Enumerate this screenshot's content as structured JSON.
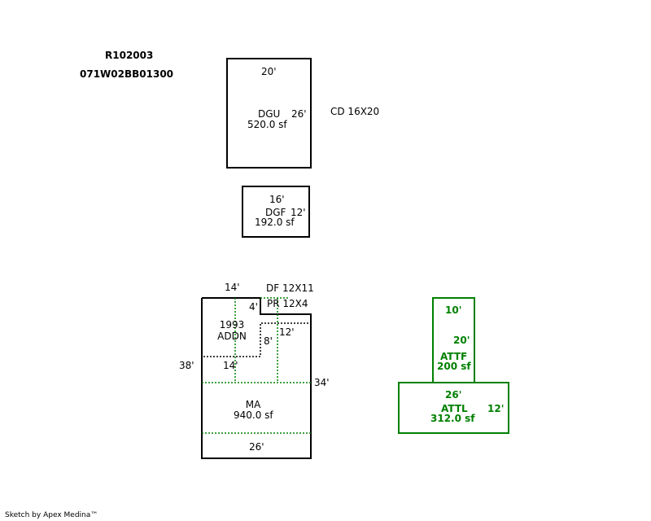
{
  "header": {
    "parcel_id": "R102003",
    "map_number": "071W02BB01300"
  },
  "dgu": {
    "width_label": "20'",
    "code": "DGU",
    "depth_label": "26'",
    "area": "520.0 sf"
  },
  "cd_note": "CD 16X20",
  "dgf": {
    "width_label": "16'",
    "code": "DGF",
    "depth_label": "12'",
    "area": "192.0 sf"
  },
  "main": {
    "top_label": "14'",
    "notch_label": "4'",
    "df_note": "DF 12X11",
    "pr_note": "PR 12X4",
    "addn_year": "1993",
    "addn_name": "ADDN",
    "dim_12": "12'",
    "dim_8": "8'",
    "dim_14_inner": "14'",
    "left_label": "38'",
    "right_label": "34'",
    "code": "MA",
    "area": "940.0 sf",
    "bottom_label": "26'"
  },
  "attached": {
    "attf_width": "10'",
    "attf_depth": "20'",
    "attf_code": "ATTF",
    "attf_area": "200 sf",
    "attl_width": "26'",
    "attl_code": "ATTL",
    "attl_depth": "12'",
    "attl_area": "312.0 sf"
  },
  "colors": {
    "outline": "#000000",
    "accent": "#008000"
  },
  "footer": "Sketch by Apex Medina™"
}
